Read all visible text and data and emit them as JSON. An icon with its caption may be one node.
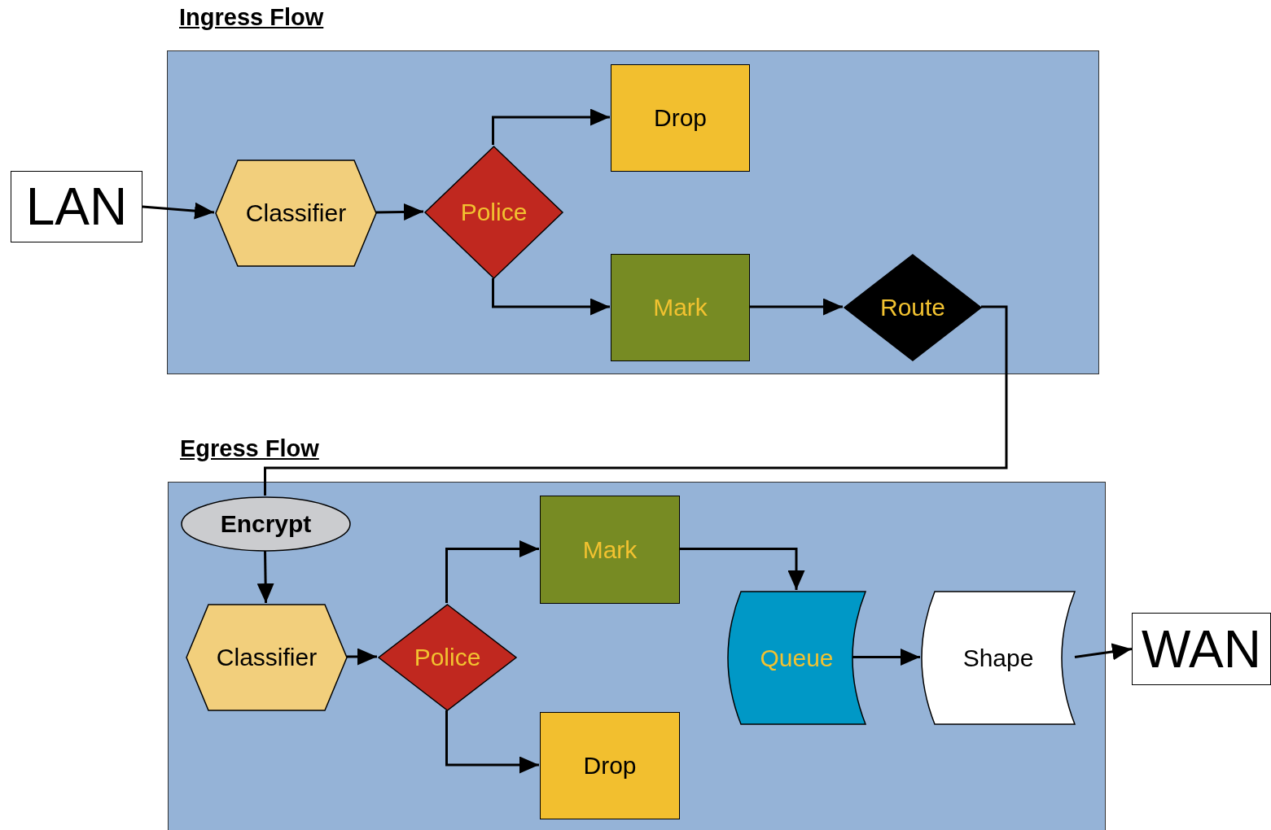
{
  "diagram": {
    "nodes": [
      {
        "text": [
          "Ingress Flow"
        ]
      },
      {
        "text": [
          "LAN"
        ]
      },
      {
        "text": [
          "Classifier"
        ],
        "in": 0
      },
      {
        "text": [
          "Police"
        ],
        "in": 0
      },
      {
        "text": [
          "Drop"
        ],
        "in": 0
      },
      {
        "text": [
          "Mark"
        ],
        "in": 0
      },
      {
        "text": [
          "Route"
        ],
        "in": 0
      },
      {
        "text": [
          "Egress Flow"
        ]
      },
      {
        "text": [
          "Encrypt"
        ],
        "in": 7
      },
      {
        "text": [
          "Classifier"
        ],
        "in": 7
      },
      {
        "text": [
          "Police"
        ],
        "in": 7
      },
      {
        "text": [
          "Mark"
        ],
        "in": 7
      },
      {
        "text": [
          "Drop"
        ],
        "in": 7
      },
      {
        "text": [
          "Queue"
        ],
        "in": 7
      },
      {
        "text": [
          "Shape"
        ],
        "in": 7
      },
      {
        "text": [
          "WAN"
        ]
      }
    ],
    "edges": [
      {
        "from": 1,
        "to": 2,
        "arrow": "to"
      },
      {
        "from": 2,
        "to": 3,
        "arrow": "to"
      },
      {
        "from": 3,
        "to": 4,
        "arrow": "to"
      },
      {
        "from": 3,
        "to": 5,
        "arrow": "to"
      },
      {
        "from": 5,
        "to": 6,
        "arrow": "to"
      },
      {
        "from": 6,
        "to": 8,
        "arrow": "none"
      },
      {
        "from": 8,
        "to": 9,
        "arrow": "to"
      },
      {
        "from": 9,
        "to": 10,
        "arrow": "to"
      },
      {
        "from": 10,
        "to": 11,
        "arrow": "to"
      },
      {
        "from": 10,
        "to": 12,
        "arrow": "to"
      },
      {
        "from": 11,
        "to": 13,
        "arrow": "to"
      },
      {
        "from": 13,
        "to": 14,
        "arrow": "to"
      },
      {
        "from": 14,
        "to": 15,
        "arrow": "to"
      }
    ]
  }
}
